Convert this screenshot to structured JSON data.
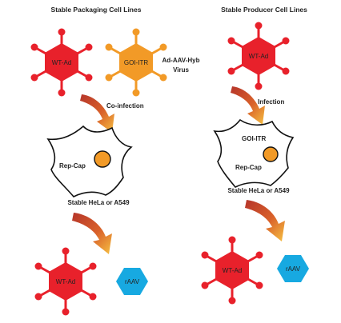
{
  "colors": {
    "wt_ad": "#e8212b",
    "goi_itr_virus": "#f29a27",
    "raav": "#17a9e1",
    "rep_cap_dot": "#f29a27",
    "arrow_dark": "#c0392b",
    "arrow_light": "#f5b83d"
  },
  "icons": [
    "virus-hexagon-icon",
    "cell-outline-icon",
    "gradient-arrow-icon",
    "hexagon-icon"
  ],
  "left": {
    "title": "Stable Packaging Cell Lines",
    "wt_ad_label": "WT-Ad",
    "goi_itr_label": "GOI-ITR",
    "hyb_virus_line1": "Ad-AAV-Hyb",
    "hyb_virus_line2": "Virus",
    "step1": "Co-infection",
    "cell_label": "Rep-Cap",
    "cell_line": "Stable HeLa or A549",
    "wt_ad_out_label": "WT-Ad",
    "raav_label": "rAAV"
  },
  "right": {
    "title": "Stable Producer Cell Lines",
    "wt_ad_label": "WT-Ad",
    "step1": "Infection",
    "cell_label_top": "GOI-ITR",
    "cell_label_bottom": "Rep-Cap",
    "cell_line": "Stable HeLa or A549",
    "wt_ad_out_label": "WT-Ad",
    "raav_label": "rAAV"
  }
}
